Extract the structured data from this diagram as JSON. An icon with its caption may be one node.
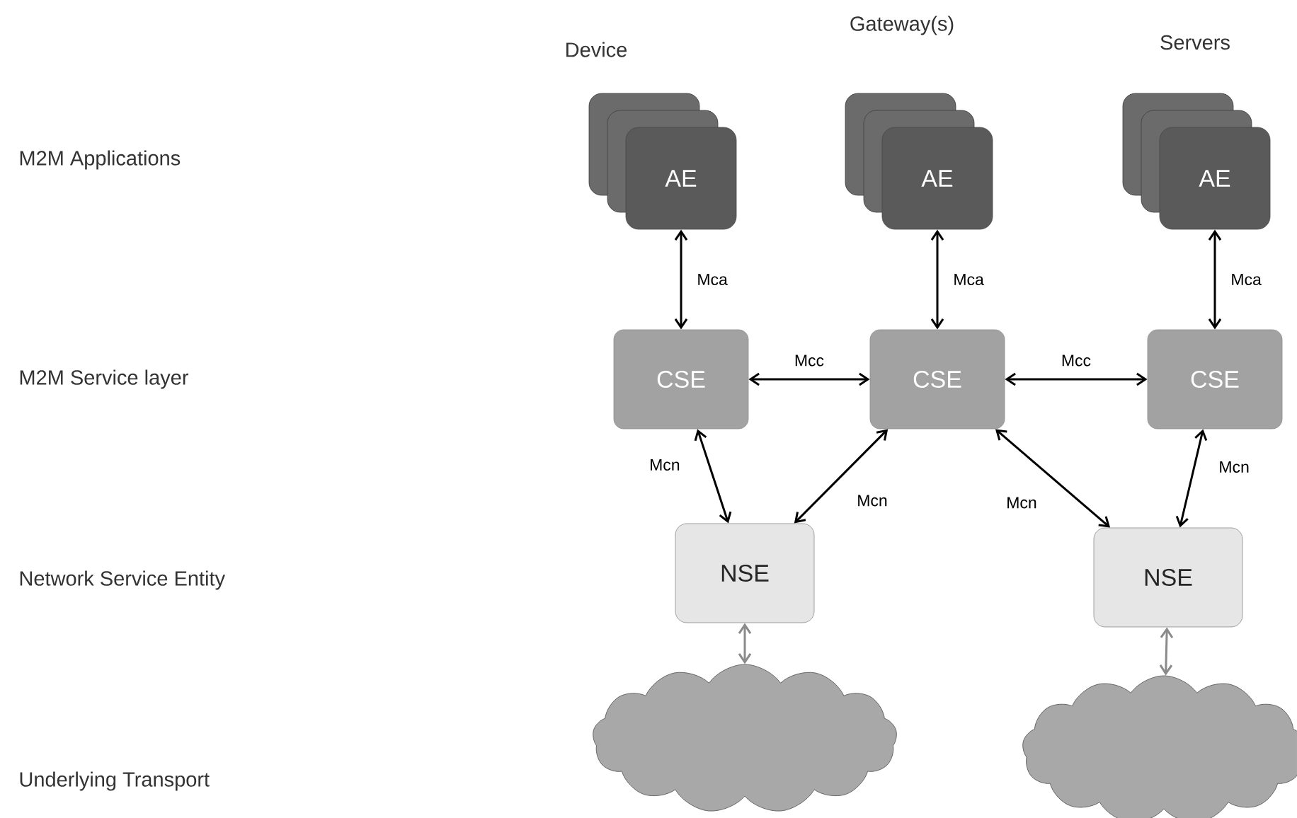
{
  "diagram": {
    "nodes": [
      {
        "text": [
          "AE"
        ]
      },
      {
        "text": [
          "AE"
        ]
      },
      {
        "text": [
          "AE"
        ]
      },
      {
        "text": [
          "CSE"
        ]
      },
      {
        "text": [
          "CSE"
        ]
      },
      {
        "text": [
          "CSE"
        ]
      },
      {
        "text": [
          "NSE"
        ]
      },
      {
        "text": [
          "NSE"
        ]
      },
      {
        "text": [],
        "shape": "cloud"
      },
      {
        "text": [],
        "shape": "cloud"
      }
    ],
    "edges": [
      {
        "from": 0,
        "to": 3,
        "arrow": "both",
        "label": "Mca"
      },
      {
        "from": 1,
        "to": 4,
        "arrow": "both",
        "label": "Mca"
      },
      {
        "from": 2,
        "to": 5,
        "arrow": "both",
        "label": "Mca"
      },
      {
        "from": 3,
        "to": 4,
        "arrow": "both",
        "label": "Mcc"
      },
      {
        "from": 4,
        "to": 5,
        "arrow": "both",
        "label": "Mcc"
      },
      {
        "from": 3,
        "to": 6,
        "arrow": "both",
        "label": "Mcn"
      },
      {
        "from": 4,
        "to": 6,
        "arrow": "both",
        "label": "Mcn"
      },
      {
        "from": 4,
        "to": 7,
        "arrow": "both",
        "label": "Mcn"
      },
      {
        "from": 5,
        "to": 7,
        "arrow": "both",
        "label": "Mcn"
      },
      {
        "from": 6,
        "to": 8,
        "arrow": "both",
        "color": "#8a8a8a"
      },
      {
        "from": 7,
        "to": 9,
        "arrow": "both",
        "color": "#8a8a8a"
      }
    ],
    "labels": [
      "Device",
      "Gateway(s)",
      "Servers",
      "M2M Applications",
      "M2M Service layer",
      "Network Service Entity",
      "Underlying Transport"
    ]
  }
}
